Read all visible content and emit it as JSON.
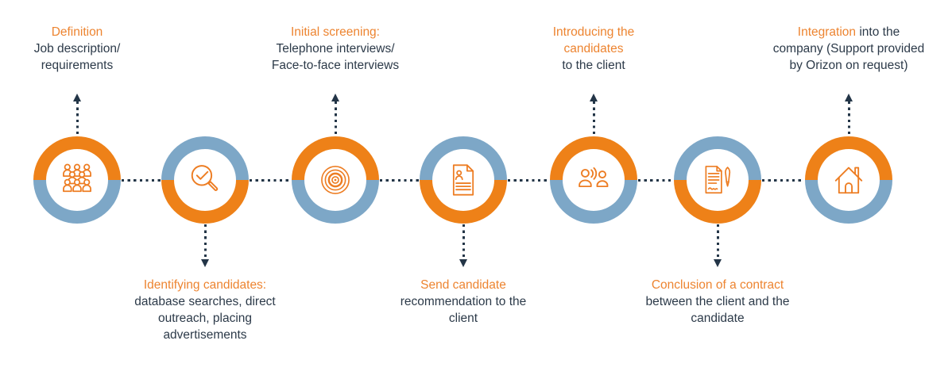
{
  "colors": {
    "ring_orange": "#EE8118",
    "ring_blue": "#7DA7C7",
    "heading_orange": "#ED8430",
    "icon_orange": "#ED7D23",
    "body_text": "#2C3A49",
    "connector_navy": "#233547",
    "background": "#FFFFFF"
  },
  "steps": [
    {
      "id": "definition",
      "icon": "people-group-icon",
      "label_position": "top",
      "ring_top": "orange",
      "ring_bottom": "blue",
      "segments": [
        {
          "text": "Definition\n",
          "color": "orange"
        },
        {
          "text": "Job description/\nrequirements",
          "color": "dark"
        }
      ]
    },
    {
      "id": "identifying-candidates",
      "icon": "magnifier-check-icon",
      "label_position": "bottom",
      "ring_top": "blue",
      "ring_bottom": "orange",
      "segments": [
        {
          "text": "Identifying candidates:\n",
          "color": "orange"
        },
        {
          "text": "database searches, direct\noutreach, placing\nadvertisements",
          "color": "dark"
        }
      ]
    },
    {
      "id": "initial-screening",
      "icon": "target-icon",
      "label_position": "top",
      "ring_top": "orange",
      "ring_bottom": "blue",
      "segments": [
        {
          "text": "Initial screening:\n",
          "color": "orange"
        },
        {
          "text": "Telephone interviews/\nFace-to-face interviews",
          "color": "dark"
        }
      ]
    },
    {
      "id": "send-recommendation",
      "icon": "cv-document-icon",
      "label_position": "bottom",
      "ring_top": "blue",
      "ring_bottom": "orange",
      "segments": [
        {
          "text": "Send candidate\n",
          "color": "orange"
        },
        {
          "text": "recommendation to the\nclient",
          "color": "dark"
        }
      ]
    },
    {
      "id": "introducing-candidates",
      "icon": "conversation-icon",
      "label_position": "top",
      "ring_top": "orange",
      "ring_bottom": "blue",
      "segments": [
        {
          "text": "Introducing the\ncandidates\n",
          "color": "orange"
        },
        {
          "text": "to the client",
          "color": "dark"
        }
      ]
    },
    {
      "id": "contract-conclusion",
      "icon": "contract-pen-icon",
      "label_position": "bottom",
      "ring_top": "blue",
      "ring_bottom": "orange",
      "segments": [
        {
          "text": "Conclusion of a contract\n",
          "color": "orange"
        },
        {
          "text": "between the client and the\ncandidate",
          "color": "dark"
        }
      ]
    },
    {
      "id": "integration",
      "icon": "house-icon",
      "label_position": "top",
      "ring_top": "orange",
      "ring_bottom": "blue",
      "segments": [
        {
          "text": "Integration",
          "color": "orange"
        },
        {
          "text": " into the\ncompany  (Support provided\nby Orizon on request)",
          "color": "dark"
        }
      ]
    }
  ]
}
